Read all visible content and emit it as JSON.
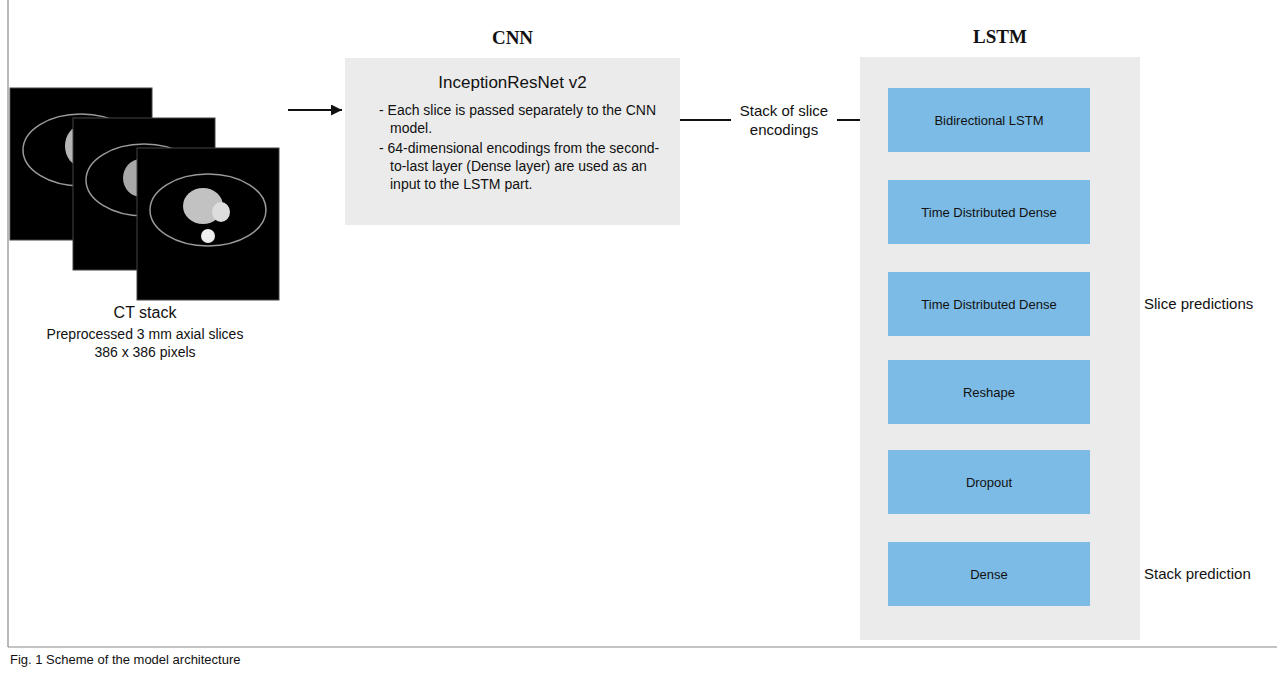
{
  "diagram": {
    "caption": "Fig. 1 Scheme of the model architecture",
    "nodes": [
      {
        "text": [
          "CNN",
          "InceptionResNet v2",
          "- Each slice is passed separately to the CNN model.",
          "- 64-dimensional encodings from the second-to-last layer (Dense layer) are used as an input to the LSTM part."
        ]
      },
      {
        "text": [
          "LSTM"
        ]
      },
      {
        "text": [
          "Bidirectional LSTM"
        ],
        "in": 1
      },
      {
        "text": [
          "Time Distributed Dense"
        ],
        "in": 1
      },
      {
        "text": [
          "Time Distributed Dense"
        ],
        "in": 1
      },
      {
        "text": [
          "Reshape"
        ],
        "in": 1
      },
      {
        "text": [
          "Dropout"
        ],
        "in": 1
      },
      {
        "text": [
          "Dense"
        ],
        "in": 1
      }
    ],
    "edges": [
      {
        "from": 0,
        "to": 2,
        "arrow": "to",
        "label": "Stack of slice encodings"
      },
      {
        "from": 2,
        "to": 3,
        "arrow": "to"
      },
      {
        "from": 3,
        "to": 4,
        "arrow": "to"
      },
      {
        "from": 4,
        "to": 5,
        "arrow": "to"
      },
      {
        "from": 5,
        "to": 6,
        "arrow": "to"
      },
      {
        "from": 6,
        "to": 7,
        "arrow": "to"
      }
    ],
    "labels": [
      "CT stack",
      "Preprocessed 3 mm axial slices",
      "386 x 386 pixels",
      "Slice predictions",
      "Stack prediction"
    ]
  }
}
